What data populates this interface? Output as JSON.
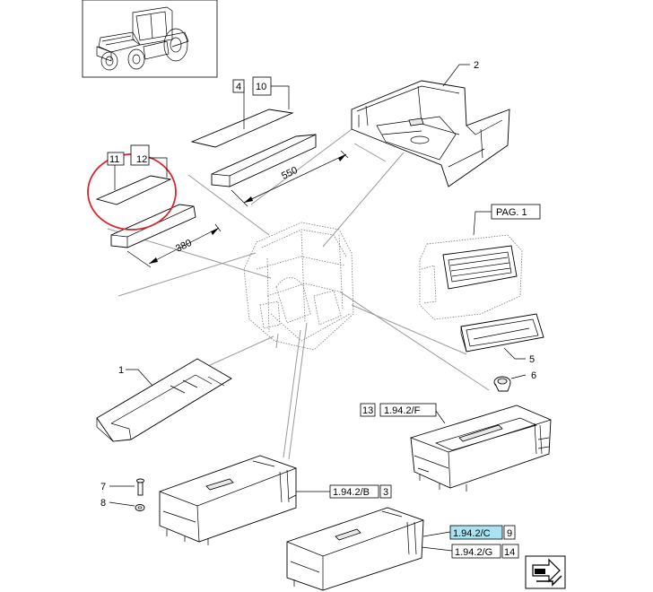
{
  "labels": {
    "p1": "1",
    "p2": "2",
    "p3": "3",
    "p4": "4",
    "p5": "5",
    "p6": "6",
    "p7": "7",
    "p8": "8",
    "p9": "9",
    "p10": "10",
    "p11": "11",
    "p12": "12",
    "p13": "13",
    "p14": "14"
  },
  "references": {
    "page_ref": "PAG. 1",
    "ref_f": "1.94.2/F",
    "ref_b": "1.94.2/B",
    "ref_c": "1.94.2/C",
    "ref_g": "1.94.2/G"
  },
  "dimensions": {
    "width_large": "550",
    "width_small": "380"
  },
  "colors": {
    "highlight_fill": "#a9e3f2",
    "circle_mark": "#d9262c",
    "section_lines": "#9a9a9a"
  },
  "icons": {
    "tractor_thumbnail": "tractor-thumbnail-icon",
    "next_page_arrow": "next-page-arrow-icon"
  }
}
